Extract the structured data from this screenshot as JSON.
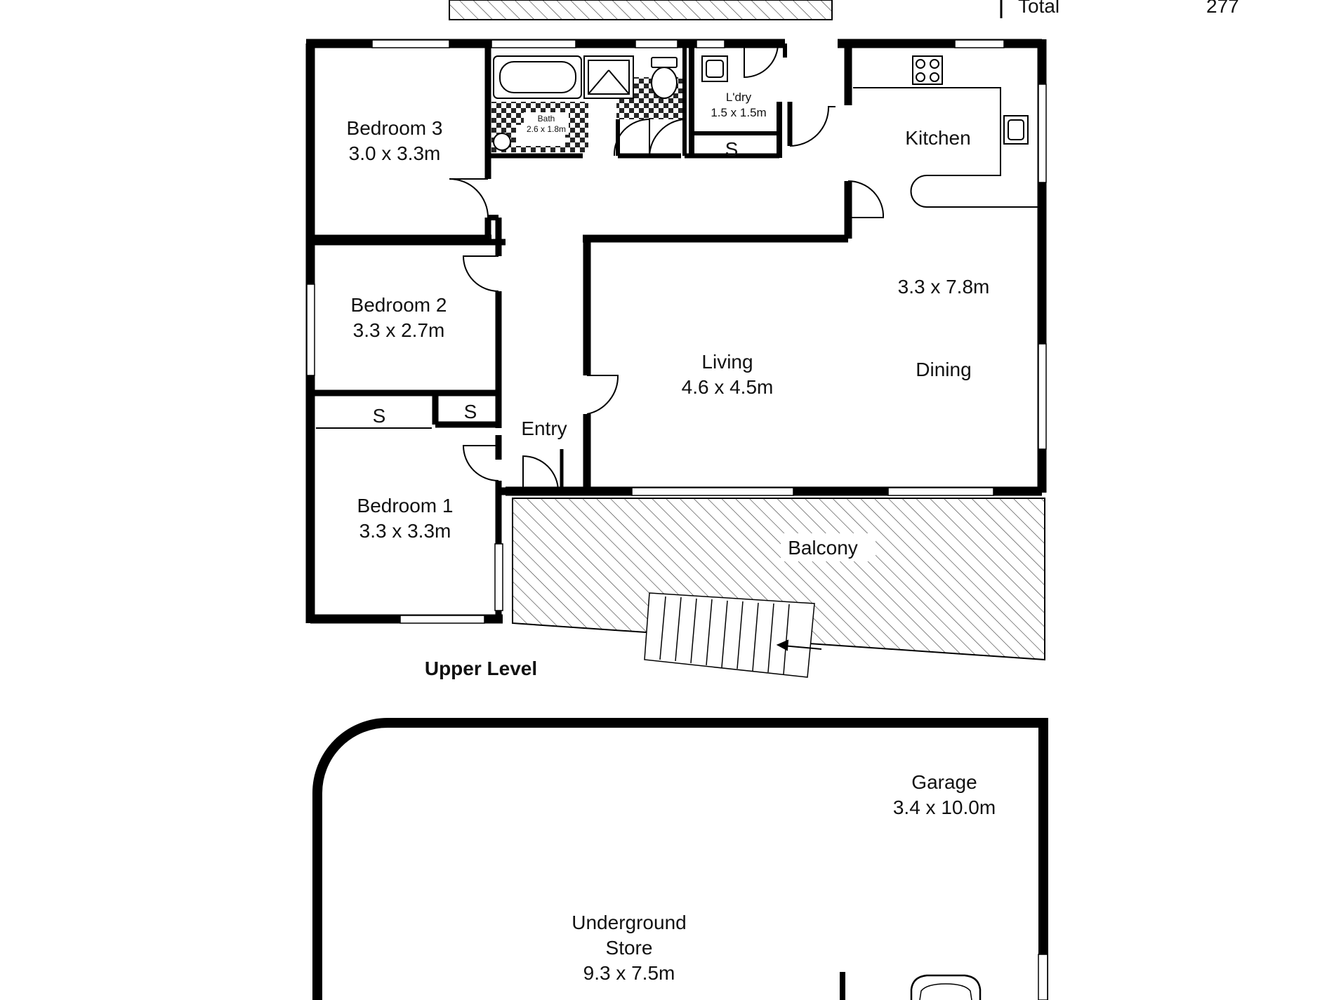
{
  "summary": {
    "total_label": "Total",
    "total_value": "277"
  },
  "upper_level": {
    "level_label": "Upper Level",
    "rooms": {
      "bedroom3": {
        "name": "Bedroom 3",
        "size": "3.0 x 3.3m"
      },
      "bath": {
        "name": "Bath",
        "size": "2.6 x 1.8m"
      },
      "laundry": {
        "name": "L'dry",
        "size": "1.5 x 1.5m"
      },
      "kitchen": {
        "name": "Kitchen"
      },
      "bedroom2": {
        "name": "Bedroom 2",
        "size": "3.3 x 2.7m"
      },
      "living": {
        "name": "Living",
        "size": "4.6 x 4.5m"
      },
      "dining": {
        "name": "Dining",
        "size": "3.3 x 7.8m"
      },
      "entry": {
        "name": "Entry"
      },
      "bedroom1": {
        "name": "Bedroom 1",
        "size": "3.3 x 3.3m"
      },
      "balcony": {
        "name": "Balcony"
      },
      "storage_1": {
        "name": "S"
      },
      "storage_2": {
        "name": "S"
      },
      "storage_3": {
        "name": "S"
      }
    }
  },
  "lower_level": {
    "rooms": {
      "garage": {
        "name": "Garage",
        "size": "3.4 x 10.0m"
      },
      "store": {
        "name_line1": "Underground",
        "name_line2": "Store",
        "size": "9.3 x 7.5m"
      }
    }
  },
  "colors": {
    "wall": "#000000",
    "hatch": "#333333",
    "text": "#111111"
  },
  "icons": [
    "bathtub-icon",
    "shower-icon",
    "toilet-icon",
    "sink-icon",
    "cooktop-icon",
    "car-icon",
    "stair-arrow-icon"
  ]
}
